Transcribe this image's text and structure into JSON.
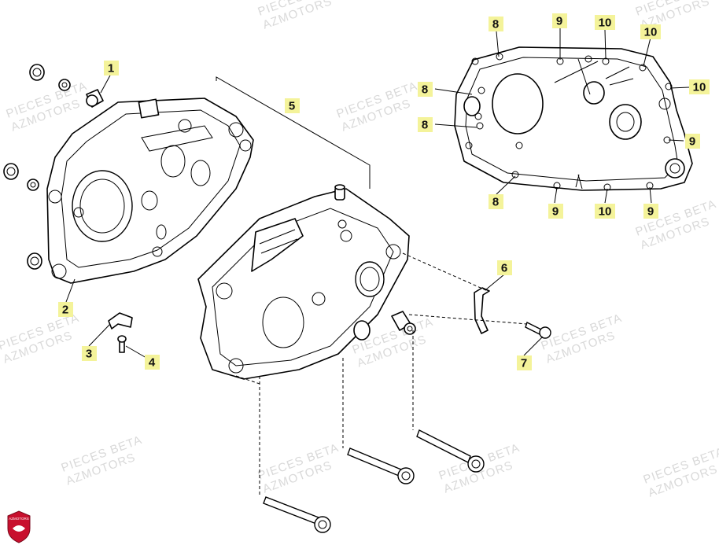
{
  "watermark": {
    "line1": "PIECES BETA",
    "line2": "AZMOTORS"
  },
  "logo": {
    "text": "AZMOTORS",
    "color": "#c8102e"
  },
  "callouts": [
    {
      "id": "c1",
      "label": "1"
    },
    {
      "id": "c2",
      "label": "2"
    },
    {
      "id": "c3",
      "label": "3"
    },
    {
      "id": "c4",
      "label": "4"
    },
    {
      "id": "c5",
      "label": "5"
    },
    {
      "id": "c6",
      "label": "6"
    },
    {
      "id": "c7",
      "label": "7"
    },
    {
      "id": "c8a",
      "label": "8"
    },
    {
      "id": "c8b",
      "label": "8"
    },
    {
      "id": "c8c",
      "label": "8"
    },
    {
      "id": "c8d",
      "label": "8"
    },
    {
      "id": "c9a",
      "label": "9"
    },
    {
      "id": "c9b",
      "label": "9"
    },
    {
      "id": "c9c",
      "label": "9"
    },
    {
      "id": "c9d",
      "label": "9"
    },
    {
      "id": "c10a",
      "label": "10"
    },
    {
      "id": "c10b",
      "label": "10"
    },
    {
      "id": "c10c",
      "label": "10"
    },
    {
      "id": "c10d",
      "label": "10"
    }
  ],
  "colors": {
    "callout_bg": "#f4f39a",
    "line": "#000000",
    "watermark": "#d9d9d9"
  }
}
